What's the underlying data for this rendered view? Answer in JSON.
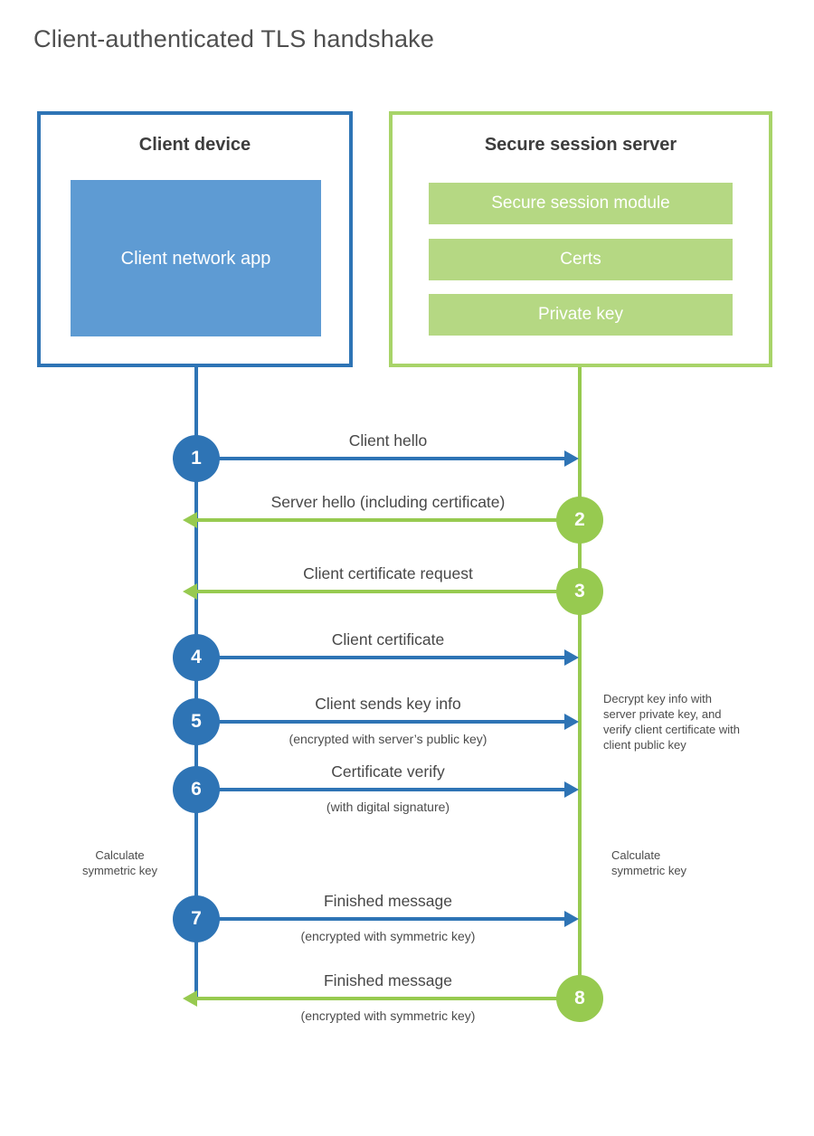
{
  "title": "Client-authenticated TLS handshake",
  "palette": {
    "blue": "#2e74b5",
    "blue_fill": "#5e9bd3",
    "green": "#97ca50",
    "green_border": "#a8d469",
    "green_fill": "#b5d883",
    "text_dark": "#3d3d3d",
    "text_body": "#474747"
  },
  "client_box": {
    "title": "Client device",
    "app_label": "Client network app"
  },
  "server_box": {
    "title": "Secure session server",
    "modules": {
      "0": "Secure session module",
      "1": "Certs",
      "2": "Private key"
    }
  },
  "steps": [
    {
      "num": "1",
      "from": "client",
      "direction": "right",
      "label": "Client hello",
      "sub": ""
    },
    {
      "num": "2",
      "from": "server",
      "direction": "left",
      "label": "Server hello (including certificate)",
      "sub": ""
    },
    {
      "num": "3",
      "from": "server",
      "direction": "left",
      "label": "Client certificate request",
      "sub": ""
    },
    {
      "num": "4",
      "from": "client",
      "direction": "right",
      "label": "Client certificate",
      "sub": ""
    },
    {
      "num": "5",
      "from": "client",
      "direction": "right",
      "label": "Client sends key info",
      "sub": "(encrypted with server’s public key)"
    },
    {
      "num": "6",
      "from": "client",
      "direction": "right",
      "label": "Certificate verify",
      "sub": "(with digital signature)"
    },
    {
      "num": "7",
      "from": "client",
      "direction": "right",
      "label": "Finished message",
      "sub": "(encrypted with symmetric key)"
    },
    {
      "num": "8",
      "from": "server",
      "direction": "left",
      "label": "Finished message",
      "sub": "(encrypted with symmetric key)"
    }
  ],
  "annotations": {
    "decrypt_note": "Decrypt key info with server private key, and verify client certificate with client public key",
    "calc_left": "Calculate symmetric key",
    "calc_right": "Calculate symmetric key"
  }
}
